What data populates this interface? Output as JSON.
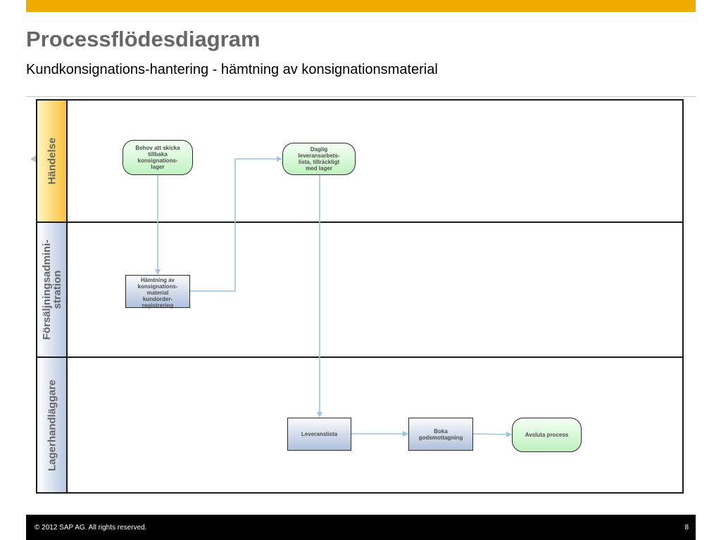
{
  "slide": {
    "title": "Processflödesdiagram",
    "subtitle": "Kundkonsignations-hantering - hämtning av konsignationsmaterial",
    "accent_color": "#f0ab00"
  },
  "lanes": [
    {
      "id": "handelse",
      "label_lines": [
        "Händelse"
      ]
    },
    {
      "id": "forsaljning",
      "label_lines": [
        "Försäljningsadmini-",
        "stration"
      ]
    },
    {
      "id": "lager",
      "label_lines": [
        "Lagerhandläggare"
      ]
    }
  ],
  "nodes": {
    "behov": {
      "type": "event",
      "lane": "Händelse",
      "text": "Behov att skicka\ntillbaka\nkonsignations-\nlager"
    },
    "daglig": {
      "type": "event",
      "lane": "Händelse",
      "text": "Daglig\nleveransarbets-\nlista, tillräckligt\nmed lager"
    },
    "hamtning": {
      "type": "task",
      "lane": "Försäljningsadmini-stration",
      "text": "Hämtning av\nkonsignations-\nmaterial\nkundorder-\nregistrering"
    },
    "leveranslista": {
      "type": "task",
      "lane": "Lagerhandläggare",
      "text": "Leveranslista"
    },
    "boka": {
      "type": "task",
      "lane": "Lagerhandläggare",
      "text": "Boka\ngodsmottagning"
    },
    "avsluta": {
      "type": "event",
      "lane": "Lagerhandläggare",
      "text": "Avsluta process"
    }
  },
  "edges": [
    {
      "from": "Behov att skicka tillbaka konsignations-lager",
      "to": "Hämtning av konsignations-material kundorder-registrering"
    },
    {
      "from": "Hämtning av konsignations-material kundorder-registrering",
      "to": "Daglig leveransarbets-lista, tillräckligt med lager"
    },
    {
      "from": "Daglig leveransarbets-lista, tillräckligt med lager",
      "to": "Leveranslista"
    },
    {
      "from": "Leveranslista",
      "to": "Boka godsmottagning"
    },
    {
      "from": "Boka godsmottagning",
      "to": "Avsluta process"
    }
  ],
  "colors": {
    "connector": "#9cc3e6",
    "event_fill": "#c8f5c8",
    "task_fill": "#b0c0dc",
    "event_lane_header": "#f9c23a"
  },
  "footer": {
    "copyright": "©  2012 SAP AG. All rights reserved.",
    "page_number": "8"
  }
}
